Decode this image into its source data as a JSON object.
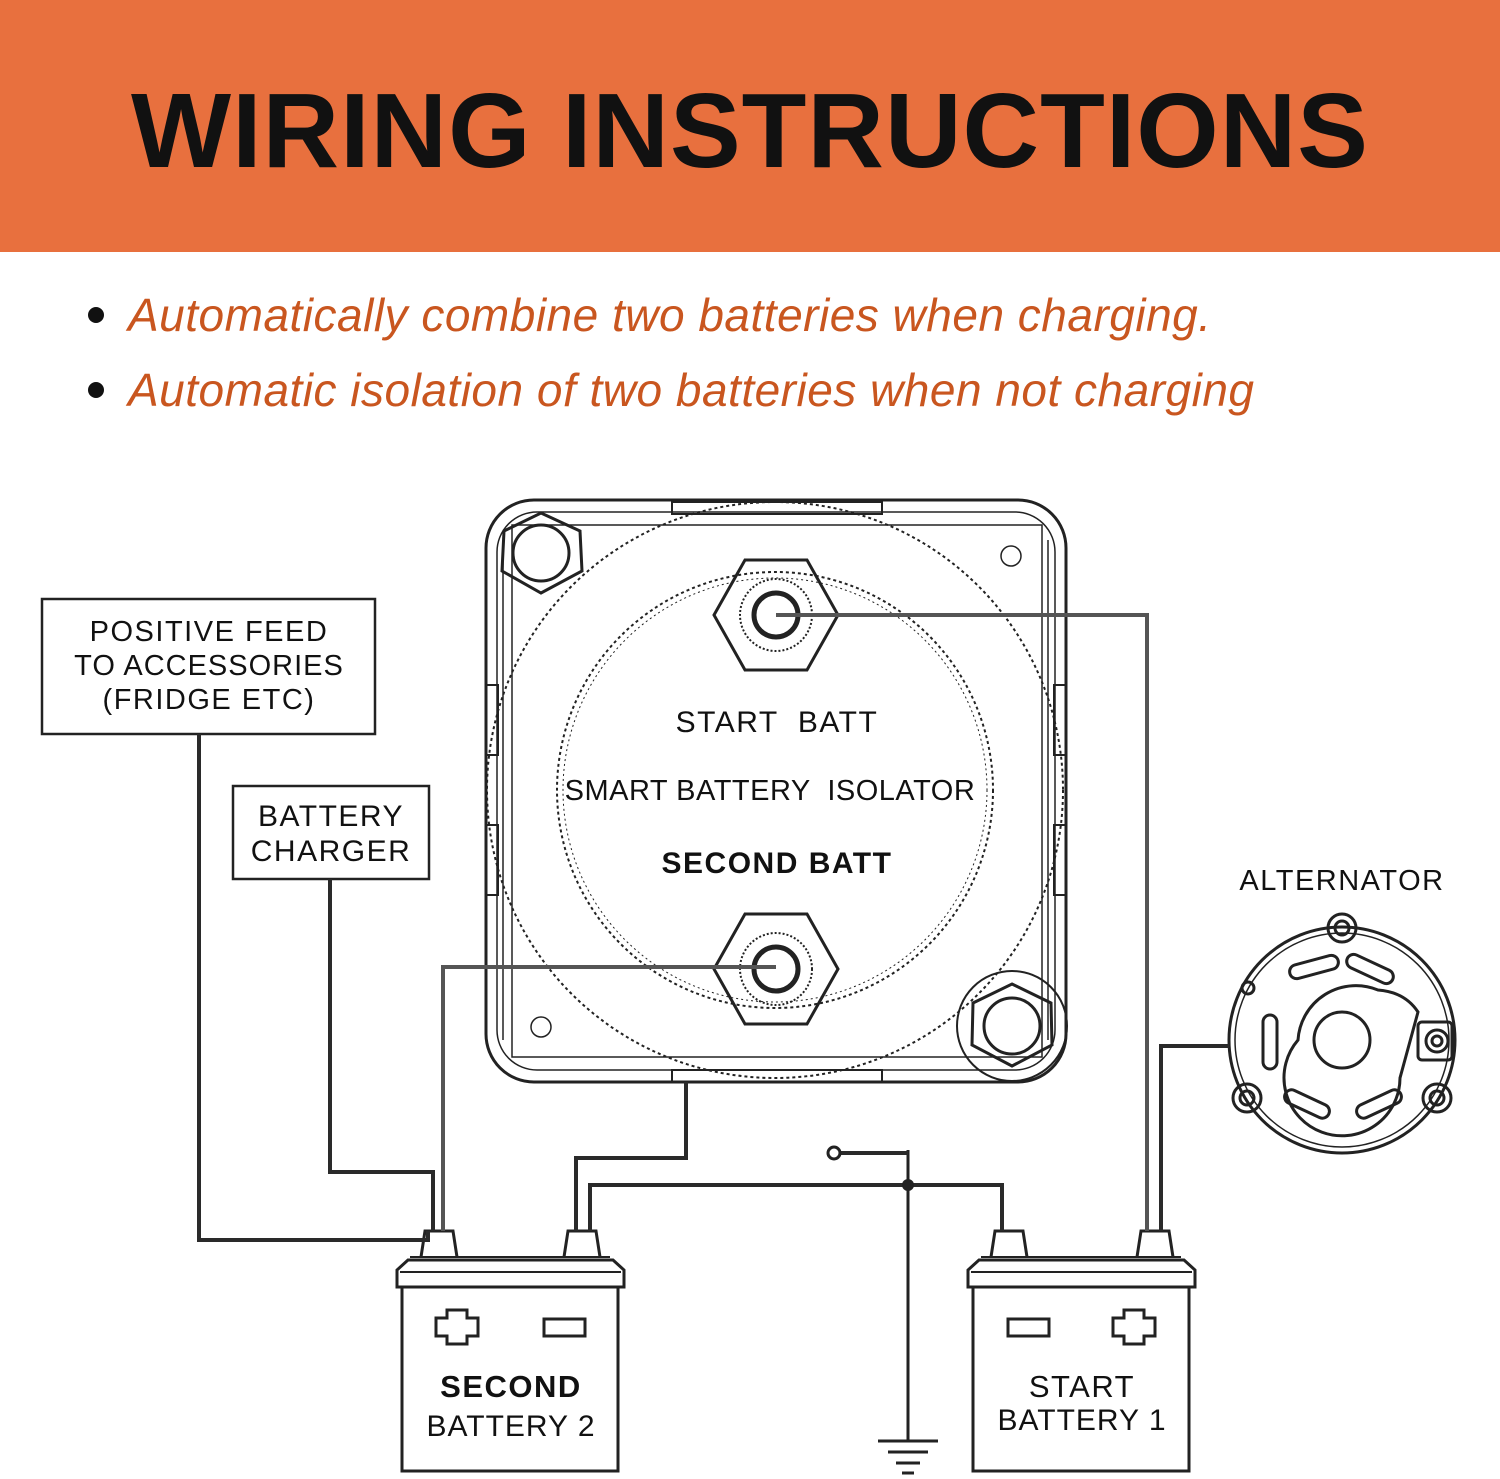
{
  "colors": {
    "banner": "#e8703e",
    "bullet_text": "#c9561f",
    "ink": "#111111",
    "wire": "#4a4a4a"
  },
  "header": {
    "title": "WIRING INSTRUCTIONS"
  },
  "bullets": [
    "Automatically combine two batteries when charging.",
    "Automatic isolation of two batteries when not charging"
  ],
  "isolator": {
    "top_label": "START  BATT",
    "center_label": "SMART BATTERY  ISOLATOR",
    "bottom_label": "SECOND BATT"
  },
  "boxes": {
    "accessories": [
      "POSITIVE FEED",
      "TO ACCESSORIES",
      "(FRIDGE ETC)"
    ],
    "charger": [
      "BATTERY",
      "CHARGER"
    ]
  },
  "alternator": {
    "label": "ALTERNATOR"
  },
  "batteries": {
    "second": {
      "line1": "SECOND",
      "line2": "BATTERY 2"
    },
    "start": {
      "line1": "START",
      "line2": "BATTERY 1"
    }
  },
  "icons": [
    "plus-icon",
    "minus-icon",
    "ground-icon",
    "hex-nut-icon",
    "alternator-icon"
  ]
}
